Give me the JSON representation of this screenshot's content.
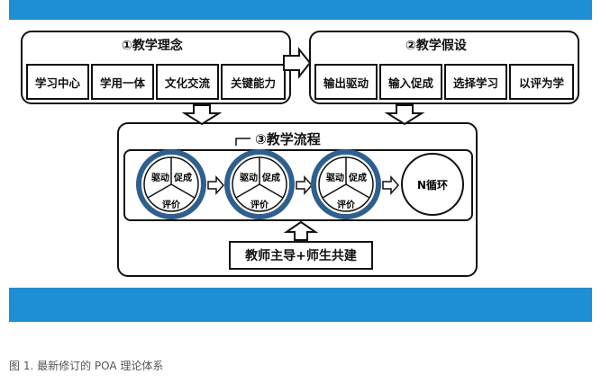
{
  "diagram": {
    "concept": {
      "title": "①教学理念",
      "items": [
        "学习中心",
        "学用一体",
        "文化交流",
        "关键能力"
      ]
    },
    "hypothesis": {
      "title": "②教学假设",
      "items": [
        "输出驱动",
        "输入促成",
        "选择学习",
        "以评为学"
      ]
    },
    "process": {
      "title": "③教学流程",
      "cycle_labels": {
        "drive": "驱动",
        "enable": "促成",
        "assess": "评价"
      },
      "cycle_count": 3,
      "final_cycle": "N循环",
      "bottom_box": "教师主导+师生共建"
    },
    "colors": {
      "band": "#1e8fd2",
      "cycle_ring": "#2f5f8f",
      "stroke": "#111111"
    }
  },
  "caption": "图 1. 最新修订的 POA 理论体系"
}
